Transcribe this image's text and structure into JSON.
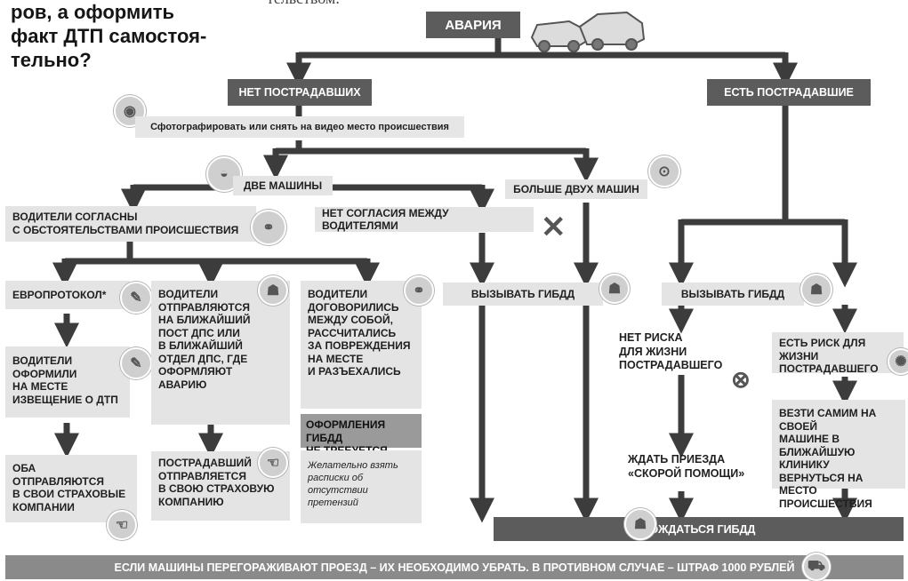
{
  "headline": [
    "ров, а оформить",
    "факт ДТП самостоя-",
    "тельно?"
  ],
  "top_note": "тельством.",
  "nodes": {
    "accident": "АВАРИЯ",
    "no_injured": "НЕТ ПОСТРАДАВШИХ",
    "injured": "ЕСТЬ ПОСТРАДАВШИЕ",
    "photo": "Сфотографировать или снять на видео место происшествия",
    "two_cars": "ДВЕ МАШИНЫ",
    "more_cars": "БОЛЬШЕ ДВУХ МАШИН",
    "agree": [
      "ВОДИТЕЛИ СОГЛАСНЫ",
      "С ОБСТОЯТЕЛЬСТВАМИ ПРОИСШЕСТВИЯ"
    ],
    "disagree": "НЕТ СОГЛАСИЯ МЕЖДУ ВОДИТЕЛЯМИ",
    "call_gibdd_left": "ВЫЗЫВАТЬ ГИБДД",
    "call_gibdd_right": "ВЫЗЫВАТЬ ГИБДД",
    "europrotocol": "ЕВРОПРОТОКОЛ*",
    "drivers_filled": [
      "ВОДИТЕЛИ",
      "ОФОРМИЛИ",
      "НА МЕСТЕ",
      "ИЗВЕЩЕНИЕ О ДТП"
    ],
    "both_insurance": [
      "ОБА ОТПРАВЛЯЮТСЯ",
      "В СВОИ СТРАХОВЫЕ",
      "КОМПАНИИ"
    ],
    "drivers_go_dps": [
      "ВОДИТЕЛИ",
      "ОТПРАВЛЯЮТСЯ",
      "НА БЛИЖАЙШИЙ",
      "ПОСТ ДПС ИЛИ",
      "В БЛИЖАЙШИЙ",
      "ОТДЕЛ ДПС, ГДЕ",
      "ОФОРМЛЯЮТ",
      "АВАРИЮ"
    ],
    "victim_insurance": [
      "ПОСТРАДАВШИЙ",
      "ОТПРАВЛЯЕТСЯ",
      "В СВОЮ СТРАХОВУЮ",
      "КОМПАНИЮ"
    ],
    "drivers_agreed": [
      "ВОДИТЕЛИ",
      "ДОГОВОРИЛИСЬ",
      "МЕЖДУ СОБОЙ,",
      "РАССЧИТАЛИСЬ",
      "ЗА ПОВРЕЖДЕНИЯ",
      "НА МЕСТЕ",
      "И РАЗЪЕХАЛИСЬ"
    ],
    "no_gibdd": [
      "ОФОРМЛЕНИЯ ГИБДД",
      "НЕ ТРЕБУЕТСЯ"
    ],
    "receipt_note": [
      "Желательно взять",
      "расписки об отсутствии",
      "претензий"
    ],
    "no_risk": [
      "НЕТ РИСКА",
      "ДЛЯ ЖИЗНИ",
      "ПОСТРАДАВШЕГО"
    ],
    "risk": [
      "ЕСТЬ РИСК ДЛЯ ЖИЗНИ",
      "ПОСТРАДАВШЕГО"
    ],
    "wait_ambulance": [
      "ЖДАТЬ ПРИЕЗДА",
      "«СКОРОЙ ПОМОЩИ»"
    ],
    "drive_clinic": [
      "ВЕЗТИ САМИМ НА СВОЕЙ",
      "МАШИНЕ В БЛИЖАЙШУЮ",
      "КЛИНИКУ",
      "ВЕРНУТЬСЯ НА МЕСТО",
      "ПРОИСШЕСТВИЯ"
    ],
    "wait_gibdd": "ДОЖДАТЬСЯ ГИБДД"
  },
  "footer": "ЕСЛИ МАШИНЫ ПЕРЕГОРАЖИВАЮТ ПРОЕЗД – ИХ НЕОБХОДИМО УБРАТЬ. В ПРОТИВНОМ СЛУЧАЕ – ШТРАФ 1000 РУБЛЕЙ",
  "colors": {
    "dark_box": "#5c5c5c",
    "light_box": "#e4e4e4",
    "line": "#4a4a4a",
    "footer": "#8a8a8a"
  }
}
